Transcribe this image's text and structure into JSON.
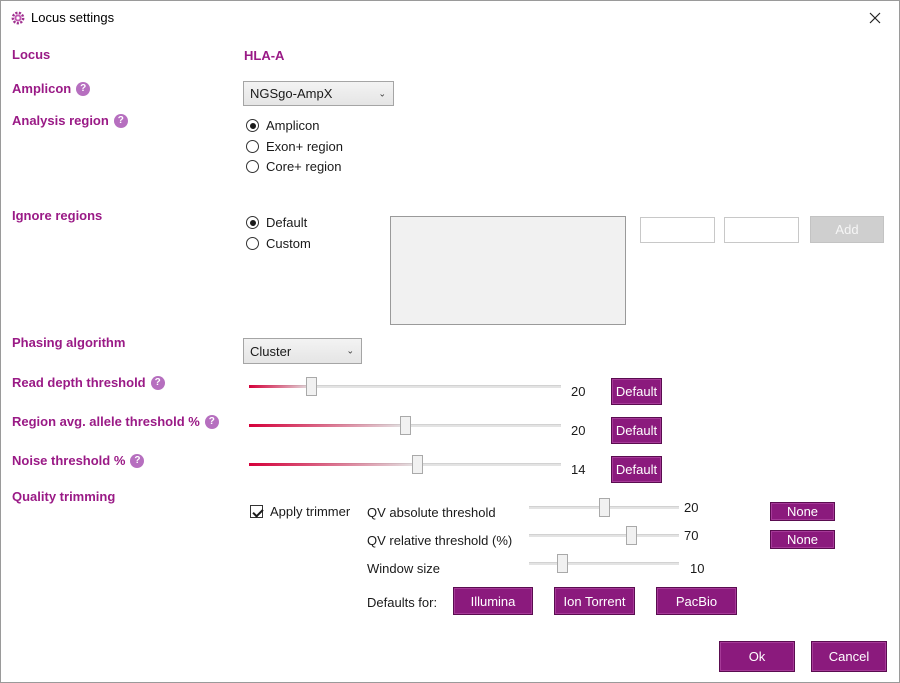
{
  "window": {
    "title": "Locus settings"
  },
  "labels": {
    "locus": "Locus",
    "amplicon": "Amplicon",
    "analysis_region": "Analysis region",
    "ignore_regions": "Ignore regions",
    "phasing_algorithm": "Phasing algorithm",
    "read_depth": "Read depth threshold",
    "region_avg": "Region avg. allele threshold %",
    "noise": "Noise threshold %",
    "quality_trimming": "Quality trimming"
  },
  "help_glyph": "?",
  "locus_value": "HLA-A",
  "amplicon_select": {
    "value": "NGSgo-AmpX"
  },
  "analysis_region": {
    "options": [
      "Amplicon",
      "Exon+ region",
      "Core+ region"
    ],
    "selected": 0
  },
  "ignore_regions": {
    "options": [
      "Default",
      "Custom"
    ],
    "selected": 0,
    "add_label": "Add"
  },
  "phasing_select": {
    "value": "Cluster"
  },
  "sliders": {
    "read_depth": {
      "value": "20",
      "default_label": "Default",
      "level": 0.19
    },
    "region_avg": {
      "value": "20",
      "default_label": "Default",
      "level": 0.5
    },
    "noise": {
      "value": "14",
      "default_label": "Default",
      "level": 0.54
    }
  },
  "quality": {
    "apply_trimmer": "Apply trimmer",
    "apply_checked": true,
    "qv_absolute": {
      "label": "QV absolute threshold",
      "value": "20",
      "none_label": "None",
      "level": 0.5
    },
    "qv_relative": {
      "label": "QV relative threshold (%)",
      "value": "70",
      "none_label": "None",
      "level": 0.7
    },
    "window_size": {
      "label": "Window size",
      "value": "10",
      "level": 0.2
    },
    "defaults_for": "Defaults for:",
    "presets": [
      "Illumina",
      "Ion Torrent",
      "PacBio"
    ]
  },
  "footer": {
    "ok": "Ok",
    "cancel": "Cancel"
  },
  "colors": {
    "accent": "#8b1a7d",
    "label": "#9a1a86",
    "slider_fill": "#d5003a"
  }
}
